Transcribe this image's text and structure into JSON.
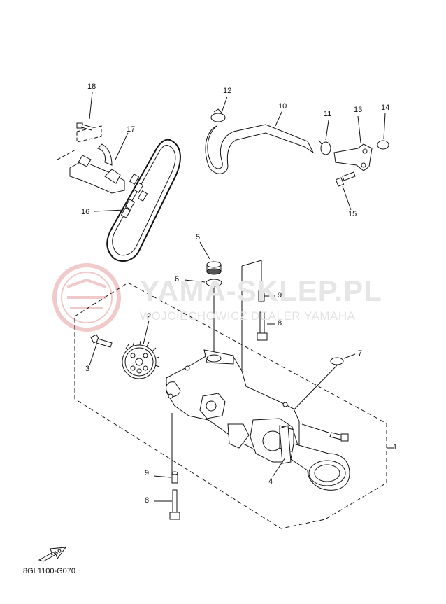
{
  "diagram": {
    "code": "8GL1100-G070",
    "fwd_label": "FWD",
    "callouts": {
      "c1": "1",
      "c2": "2",
      "c3": "3",
      "c4": "4",
      "c5": "5",
      "c6": "6",
      "c7": "7",
      "c8a": "8",
      "c8b": "8",
      "c9a": "9",
      "c9b": "9",
      "c10": "10",
      "c11": "11",
      "c12": "12",
      "c13": "13",
      "c14": "14",
      "c15": "15",
      "c16": "16",
      "c17": "17",
      "c18": "18"
    }
  },
  "watermark": {
    "title": "YAMA-SKLEP.PL",
    "subtitle": "WOJCIECHOWICZ DEALER YAMAHA",
    "logo_color": "#e8a3a3",
    "text_color": "#e6e6e6"
  }
}
